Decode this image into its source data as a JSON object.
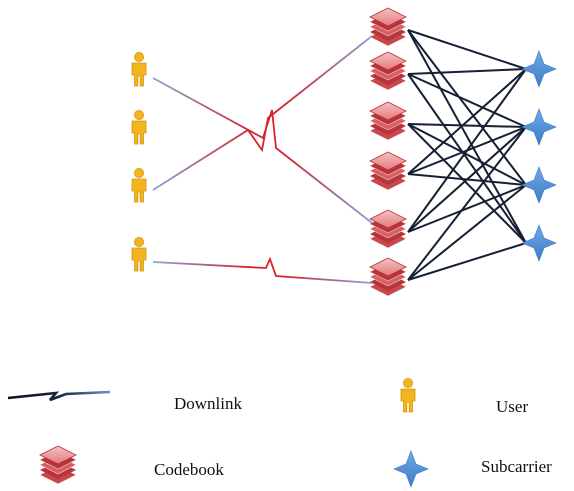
{
  "legend": {
    "downlink_label": "Downlink",
    "user_label": "User",
    "codebook_label": "Codebook",
    "subcarrier_label": "Subcarrier"
  },
  "colors": {
    "user": "#F2B51E",
    "codebook_face": "#E9898A",
    "codebook_dark": "#B8343A",
    "subcarrier": "#4A8FD6",
    "codebook_subcarrier_edge": "#142033",
    "downlink_blue": "#7FA7D8",
    "downlink_red": "#D8232A"
  },
  "nodes": {
    "users": [
      "user-1",
      "user-2",
      "user-3",
      "user-4"
    ],
    "codebooks": [
      "codebook-1",
      "codebook-2",
      "codebook-3",
      "codebook-4",
      "codebook-5",
      "codebook-6"
    ],
    "subcarriers": [
      "subcarrier-1",
      "subcarrier-2",
      "subcarrier-3",
      "subcarrier-4"
    ]
  },
  "downlinks": [
    {
      "user": 1,
      "codebook": 5
    },
    {
      "user": 3,
      "codebook": 1
    },
    {
      "user": 4,
      "codebook": 6
    }
  ],
  "codebook_subcarrier_edges": [
    [
      1,
      1
    ],
    [
      1,
      3
    ],
    [
      1,
      4
    ],
    [
      2,
      1
    ],
    [
      2,
      2
    ],
    [
      2,
      4
    ],
    [
      3,
      2
    ],
    [
      3,
      3
    ],
    [
      3,
      4
    ],
    [
      4,
      1
    ],
    [
      4,
      2
    ],
    [
      4,
      3
    ],
    [
      5,
      1
    ],
    [
      5,
      2
    ],
    [
      5,
      3
    ],
    [
      6,
      2
    ],
    [
      6,
      3
    ],
    [
      6,
      4
    ]
  ]
}
